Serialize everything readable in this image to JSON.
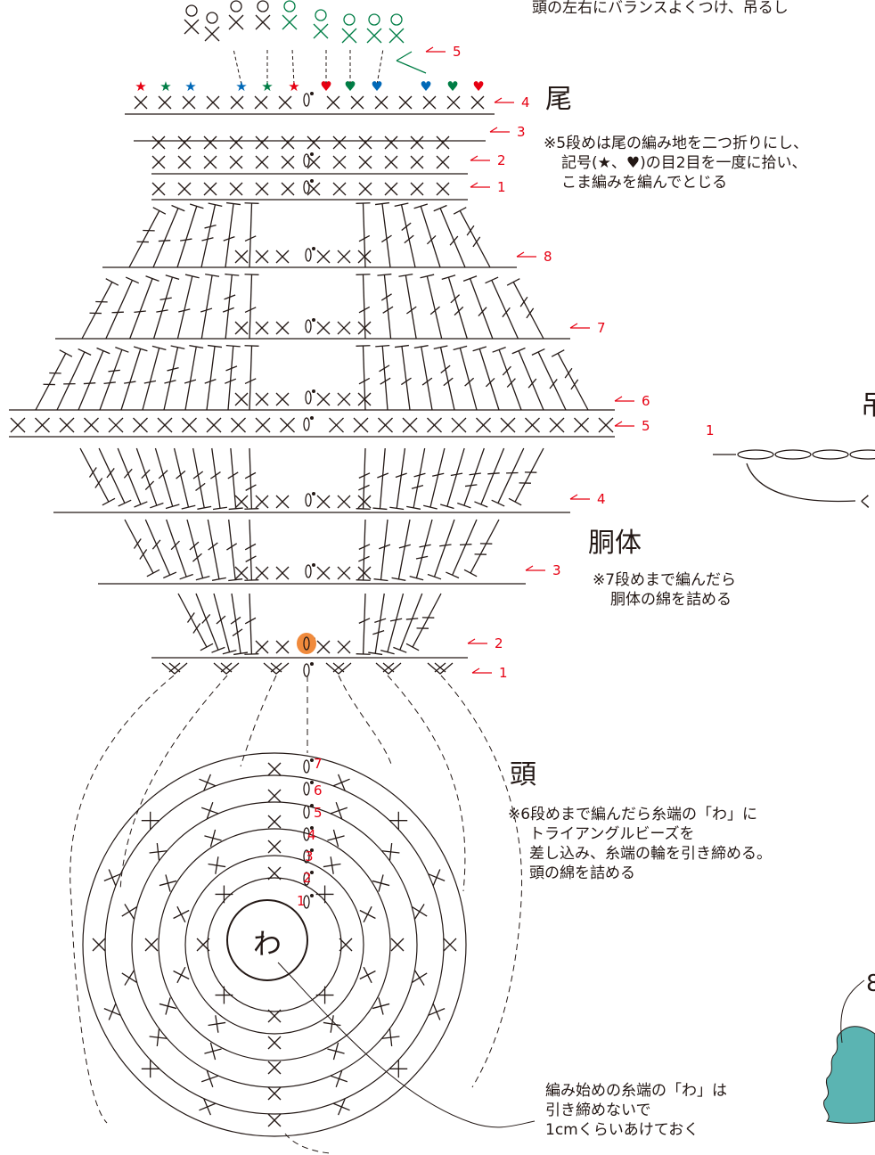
{
  "top_note": "頭の左右にバランスよくつけ、吊るし",
  "colors": {
    "ink": "#231815",
    "red": "#e60012",
    "green": "#007d45",
    "blue": "#0068b7",
    "orange": "#f08a3c",
    "teal": "#5bb4b2"
  },
  "tail": {
    "title": "尾",
    "note_lines": [
      "※5段めは尾の編み地を二つ折りにし、",
      "記号(★、♥)の目2目を一度に拾い、",
      "こま編みを編んでとじる"
    ],
    "row_labels": [
      "5",
      "4",
      "3",
      "2",
      "1"
    ]
  },
  "body": {
    "title": "胴体",
    "note_lines": [
      "※7段めまで編んだら",
      "胴体の綿を詰める"
    ],
    "row_labels": [
      "8",
      "7",
      "6",
      "5",
      "4",
      "3",
      "2",
      "1"
    ]
  },
  "head": {
    "title": "頭",
    "note_lines": [
      "※6段めまで編んだら糸端の「わ」に",
      "トライアングルビーズを",
      "差し込み、糸端の輪を引き締める。",
      "頭の綿を詰める"
    ],
    "ring_label": "わ",
    "round_labels": [
      "7",
      "6",
      "5",
      "4",
      "3",
      "2",
      "1"
    ]
  },
  "start_note_lines": [
    "編み始めの糸端の「わ」は",
    "引き締めないで",
    "1cmくらいあけておく"
  ],
  "right_partial": {
    "title_fragment": "吊",
    "chain_row_label": "1",
    "fragment_char": "く",
    "number_fragment": "8"
  }
}
